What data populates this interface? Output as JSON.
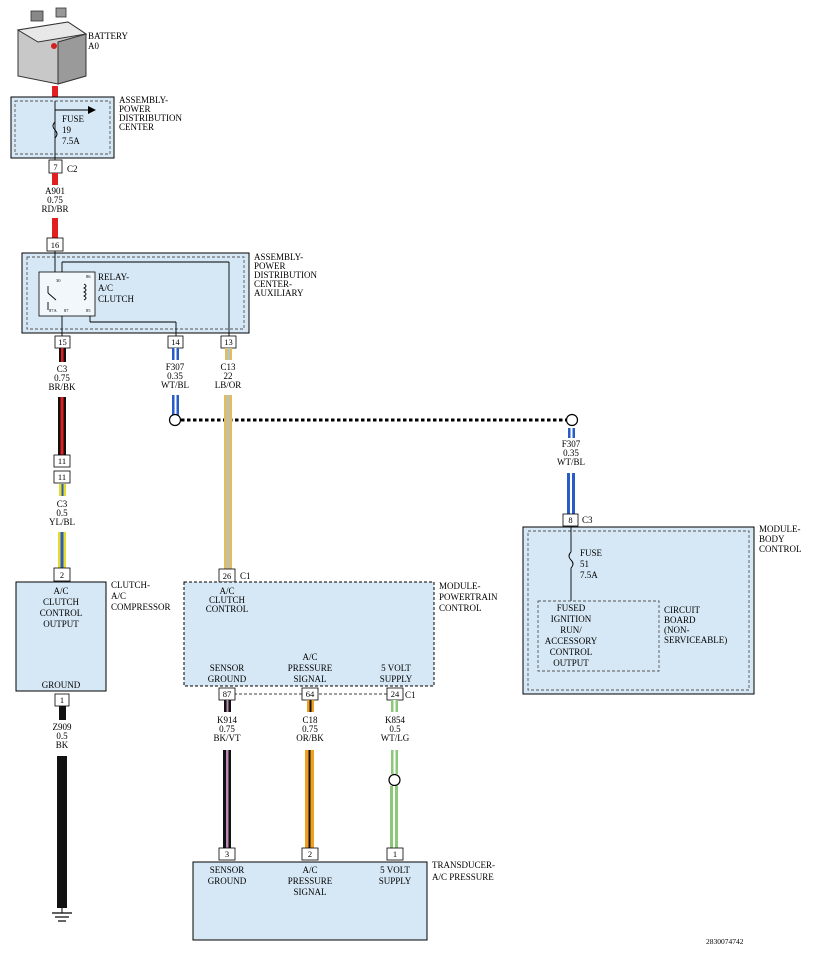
{
  "battery": {
    "name": "BATTERY",
    "id": "A0"
  },
  "pdc": {
    "name": [
      "ASSEMBLY-",
      "POWER",
      "DISTRIBUTION",
      "CENTER"
    ],
    "fuse": [
      "FUSE",
      "19",
      "7.5A"
    ],
    "pin": "7",
    "connector": "C2"
  },
  "wire_a901": [
    "A901",
    "0.75",
    "RD/BR"
  ],
  "pdca": {
    "name": [
      "ASSEMBLY-",
      "POWER",
      "DISTRIBUTION",
      "CENTER-",
      "AUXILIARY"
    ],
    "relay": [
      "RELAY-",
      "A/C",
      "CLUTCH"
    ],
    "relay_pins": [
      "30",
      "86",
      "87A",
      "87",
      "85"
    ],
    "pin_in": "16",
    "pin_out_relay": "15",
    "pin_f307": "14",
    "pin_c13": "13"
  },
  "wire_c3_top": [
    "C3",
    "0.75",
    "BR/BK"
  ],
  "wire_f307_left": [
    "F307",
    "0.35",
    "WT/BL"
  ],
  "wire_c13": [
    "C13",
    "22",
    "LB/OR"
  ],
  "inline_pins": [
    "11",
    "11"
  ],
  "wire_c3_bottom": [
    "C3",
    "0.5",
    "YL/BL"
  ],
  "clutch": {
    "name": [
      "CLUTCH-",
      "A/C",
      "COMPRESSOR"
    ],
    "label": [
      "A/C",
      "CLUTCH",
      "CONTROL",
      "OUTPUT"
    ],
    "ground": "GROUND",
    "pin_top": "2",
    "pin_bottom": "1"
  },
  "wire_z909": [
    "Z909",
    "0.5",
    "BK"
  ],
  "pcm": {
    "name": [
      "MODULE-",
      "POWERTRAIN",
      "CONTROL"
    ],
    "clutch": [
      "A/C",
      "CLUTCH",
      "CONTROL"
    ],
    "sensor_ground": [
      "SENSOR",
      "GROUND"
    ],
    "pressure": [
      "A/C",
      "PRESSURE",
      "SIGNAL"
    ],
    "supply": [
      "5 VOLT",
      "SUPPLY"
    ],
    "pin_26": "26",
    "conn_top": "C1",
    "pin_87": "87",
    "pin_64": "64",
    "pin_24": "24",
    "conn_bottom": "C1"
  },
  "wire_k914": [
    "K914",
    "0.75",
    "BK/VT"
  ],
  "wire_c18": [
    "C18",
    "0.75",
    "OR/BK"
  ],
  "wire_k854": [
    "K854",
    "0.5",
    "WT/LG"
  ],
  "wire_f307_right": [
    "F307",
    "0.35",
    "WT/BL"
  ],
  "bcm": {
    "name": [
      "MODULE-",
      "BODY",
      "CONTROL"
    ],
    "fuse": [
      "FUSE",
      "51",
      "7.5A"
    ],
    "fused": [
      "FUSED",
      "IGNITION",
      "RUN/",
      "ACCESSORY",
      "CONTROL",
      "OUTPUT"
    ],
    "board": [
      "CIRCUIT",
      "BOARD",
      "(NON-",
      "SERVICEABLE)"
    ],
    "pin": "8",
    "connector": "C3"
  },
  "transducer": {
    "name": [
      "TRANSDUCER-",
      "A/C PRESSURE"
    ],
    "sensor_ground": [
      "SENSOR",
      "GROUND"
    ],
    "pressure": [
      "A/C",
      "PRESSURE",
      "SIGNAL"
    ],
    "supply": [
      "5 VOLT",
      "SUPPLY"
    ],
    "pin_3": "3",
    "pin_2": "2",
    "pin_1": "1"
  },
  "figure_id": "2830074742",
  "colors": {
    "box_fill": "#d6e8f5",
    "red": "#e02020",
    "black": "#111111",
    "yellow": "#e8dc2a",
    "blue": "#2a5cc8",
    "tan": "#e6bc5a",
    "orange": "#f0a020",
    "violet": "#b88ab8",
    "green": "#8cc87a"
  }
}
